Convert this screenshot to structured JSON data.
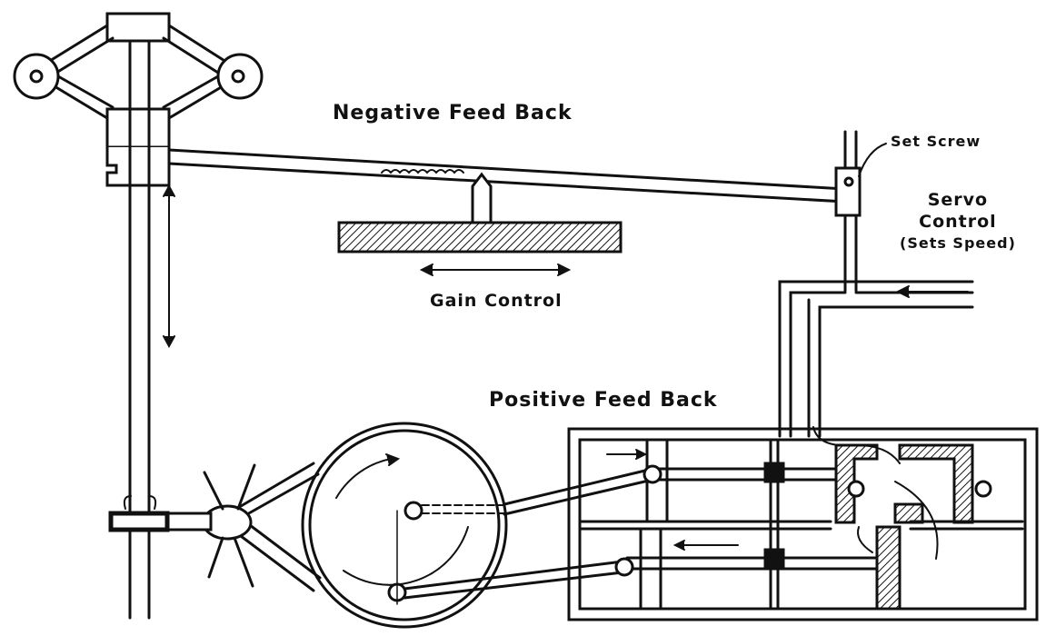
{
  "diagram": {
    "labels": {
      "negative_feedback": "Negative Feed Back",
      "positive_feedback": "Positive Feed Back",
      "gain_control": "Gain Control",
      "set_screw": "Set Screw",
      "servo_line1": "Servo",
      "servo_line2": "Control",
      "servo_line3": "(Sets Speed)"
    },
    "colors": {
      "ink": "#111111",
      "paper": "#ffffff"
    }
  }
}
